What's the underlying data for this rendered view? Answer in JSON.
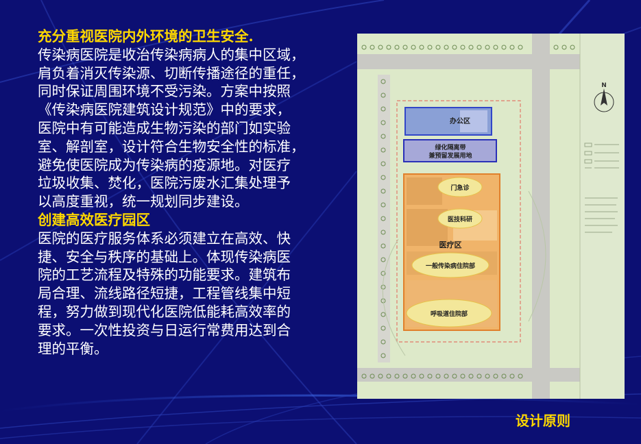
{
  "slide": {
    "heading1": "充分重视医院内外环境的卫生安全.",
    "para1_lines": [
      "传染病医院是收治传染病病人的集中区域，",
      "肩负着消灭传染源、切断传播途径的重任，",
      "同时保证周围环境不受污染。方案中按照",
      "《传染病医院建筑设计规范》中的要求，",
      "医院中有可能造成生物污染的部门如实验",
      "室、解剖室，设计符合生物安全性的标准，",
      "避免使医院成为传染病的疫源地。对医疗",
      "垃圾收集、焚化，医院污废水汇集处理予",
      "以高度重视，统一规划同步建设。"
    ],
    "heading2": "创建高效医疗园区",
    "para2_lines": [
      "医院的医疗服务体系必须建立在高效、快",
      "捷、安全与秩序的基础上。体现传染病医",
      "院的工艺流程及特殊的功能要求。建筑布",
      "局合理、流线路径短捷，工程管线集中短",
      "程，努力做到现代化医院低能耗高效率的",
      "要求。一次性投资与日运行常费用达到合",
      "理的平衡。"
    ],
    "footer_title": "设计原则"
  },
  "site_plan": {
    "office_zone": "办公区",
    "green_zone_line1": "绿化隔离带",
    "green_zone_line2": "兼预留发展用地",
    "emergency": "门急诊",
    "medtech": "医技科研",
    "medical_zone": "医疗区",
    "general_ward": "一般传染病住院部",
    "respiratory_ward": "呼吸道住院部",
    "north": "N"
  },
  "colors": {
    "background": "#0c0f73",
    "heading": "#ffd800",
    "body_text": "#ffffff",
    "plan_bg": "#dde9c9"
  }
}
